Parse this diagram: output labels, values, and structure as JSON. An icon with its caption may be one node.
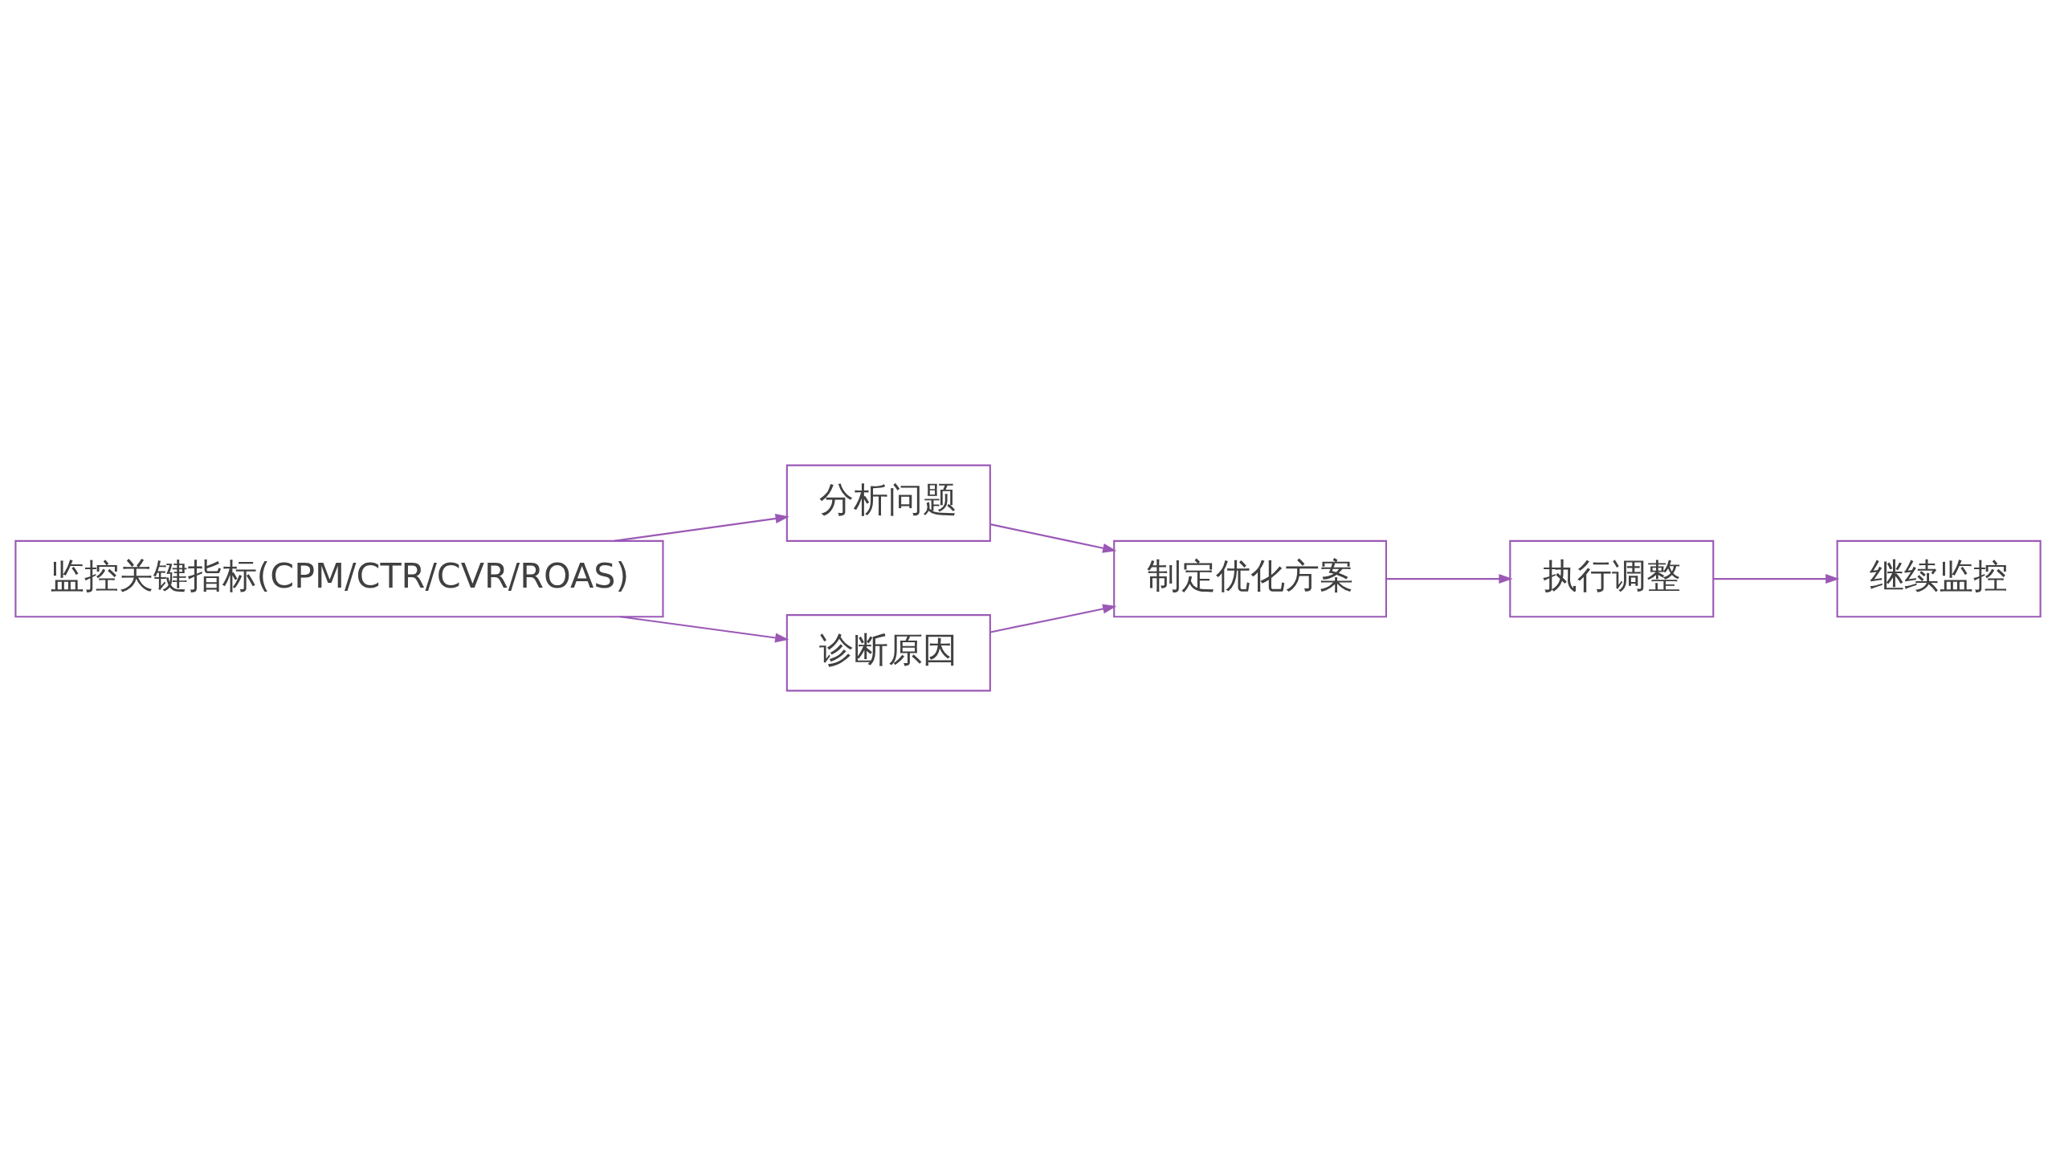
{
  "diagram": {
    "nodes": [
      {
        "text": [
          "监控关键指标(CPM/CTR/CVR/ROAS)"
        ]
      },
      {
        "text": [
          "分析问题"
        ]
      },
      {
        "text": [
          "诊断原因"
        ]
      },
      {
        "text": [
          "制定优化方案"
        ]
      },
      {
        "text": [
          "执行调整"
        ]
      },
      {
        "text": [
          "继续监控"
        ]
      }
    ],
    "edges": [
      {
        "from": 0,
        "to": 1,
        "arrow": "to"
      },
      {
        "from": 0,
        "to": 2,
        "arrow": "to"
      },
      {
        "from": 1,
        "to": 3,
        "arrow": "to"
      },
      {
        "from": 2,
        "to": 3,
        "arrow": "to"
      },
      {
        "from": 3,
        "to": 4,
        "arrow": "to"
      },
      {
        "from": 4,
        "to": 5,
        "arrow": "to"
      }
    ]
  }
}
